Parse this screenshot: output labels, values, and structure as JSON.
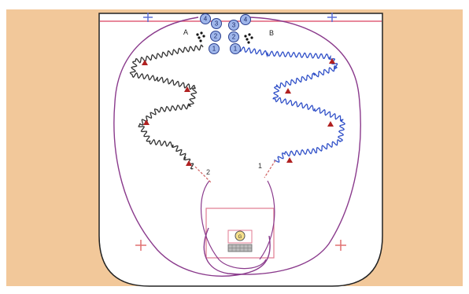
{
  "labels": {
    "group_left": "A",
    "group_right": "B",
    "route_left": "2",
    "route_right": "1",
    "goal_marker": "G"
  },
  "players_left": [
    "4",
    "3",
    "2",
    "1"
  ],
  "players_right": [
    "4",
    "3",
    "2",
    "1"
  ],
  "colors": {
    "background": "#f2c89a",
    "rink": "#ffffff",
    "boards": "#222222",
    "red_line": "#e0607a",
    "blue_line": "#5a6fd6",
    "route_purple": "#8a3a8c",
    "left_skater": "#333333",
    "right_skater": "#3050c8",
    "cone": "#b02020",
    "player_fill": "#9fb6ea"
  },
  "icons": [
    "plus-mark",
    "cone-triangle",
    "puck-stack",
    "player-circle"
  ]
}
